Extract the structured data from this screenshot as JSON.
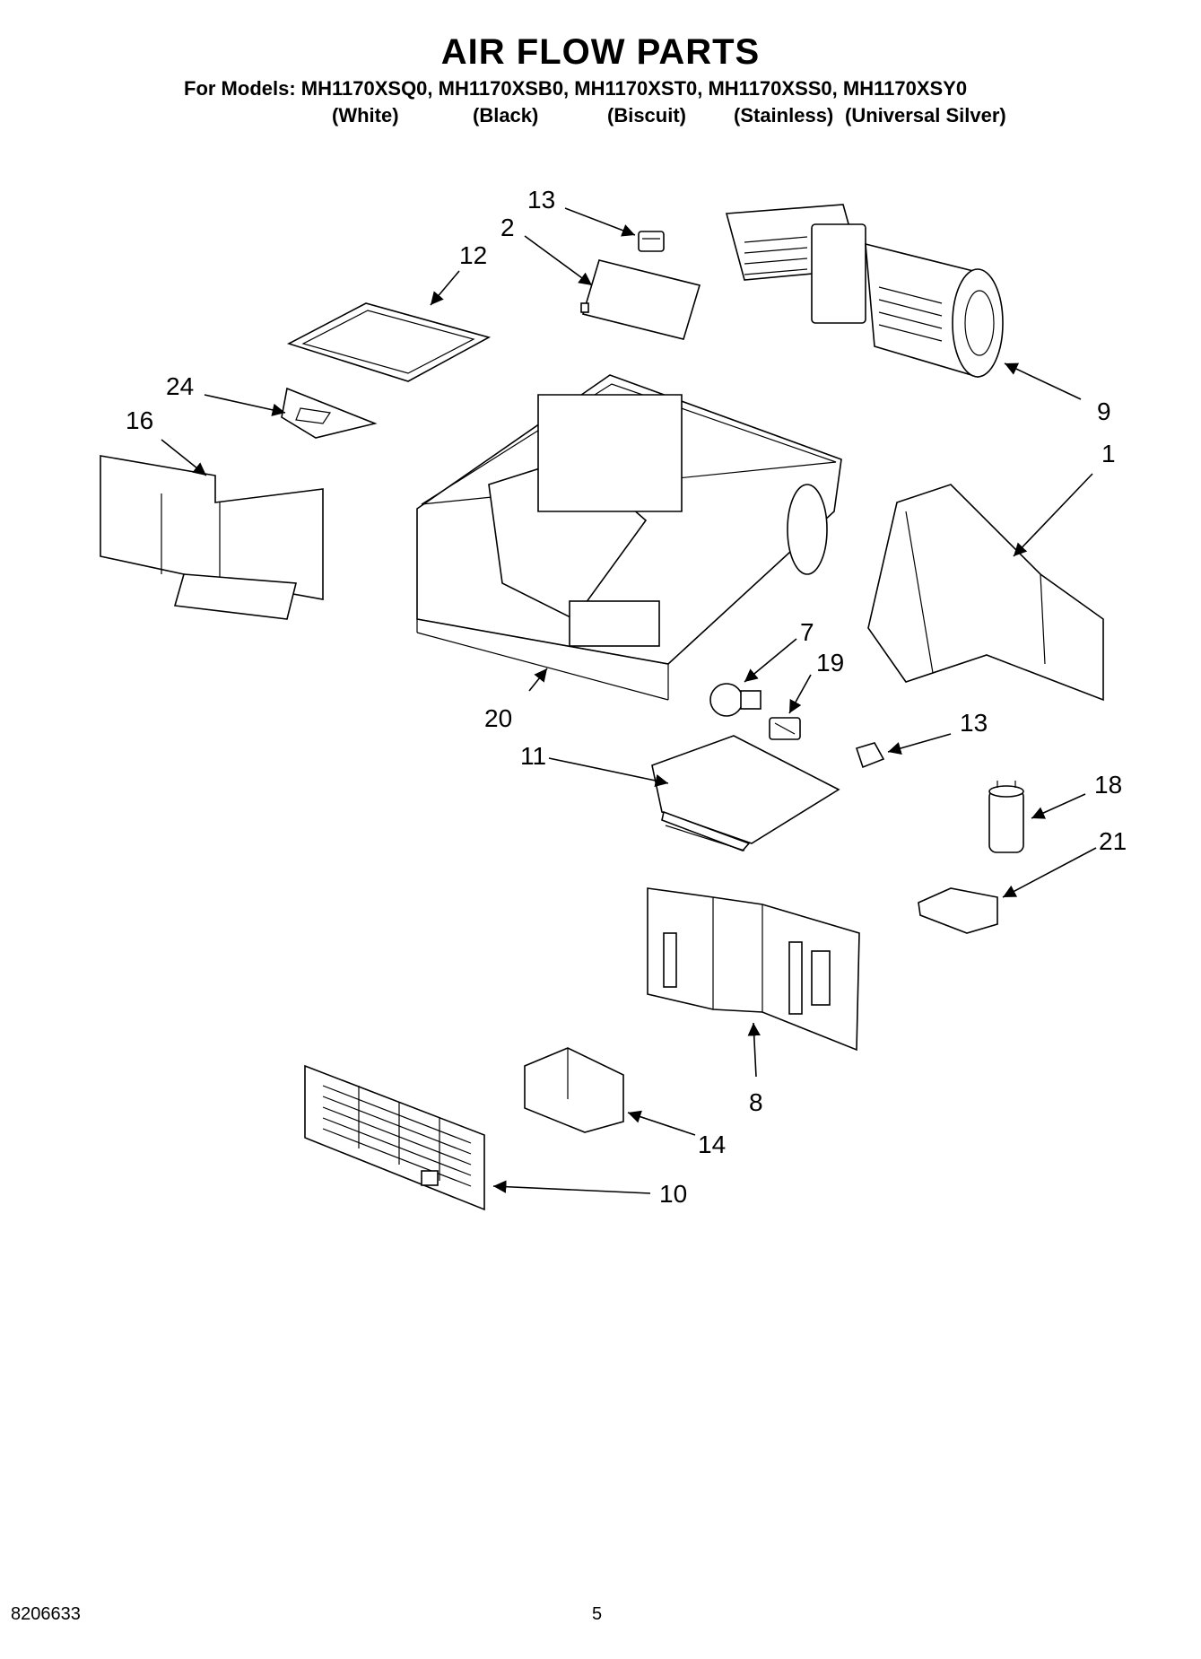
{
  "header": {
    "title": "AIR FLOW PARTS",
    "models_line": "For Models: MH1170XSQ0, MH1170XSB0, MH1170XST0, MH1170XSS0, MH1170XSY0",
    "colors": [
      "(White)",
      "(Black)",
      "(Biscuit)",
      "(Stainless)",
      "(Universal Silver)"
    ]
  },
  "callouts": [
    "13",
    "2",
    "12",
    "9",
    "24",
    "16",
    "1",
    "20",
    "7",
    "19",
    "13",
    "11",
    "18",
    "21",
    "8",
    "14",
    "10"
  ],
  "footer": {
    "doc_number": "8206633",
    "page_number": "5"
  }
}
